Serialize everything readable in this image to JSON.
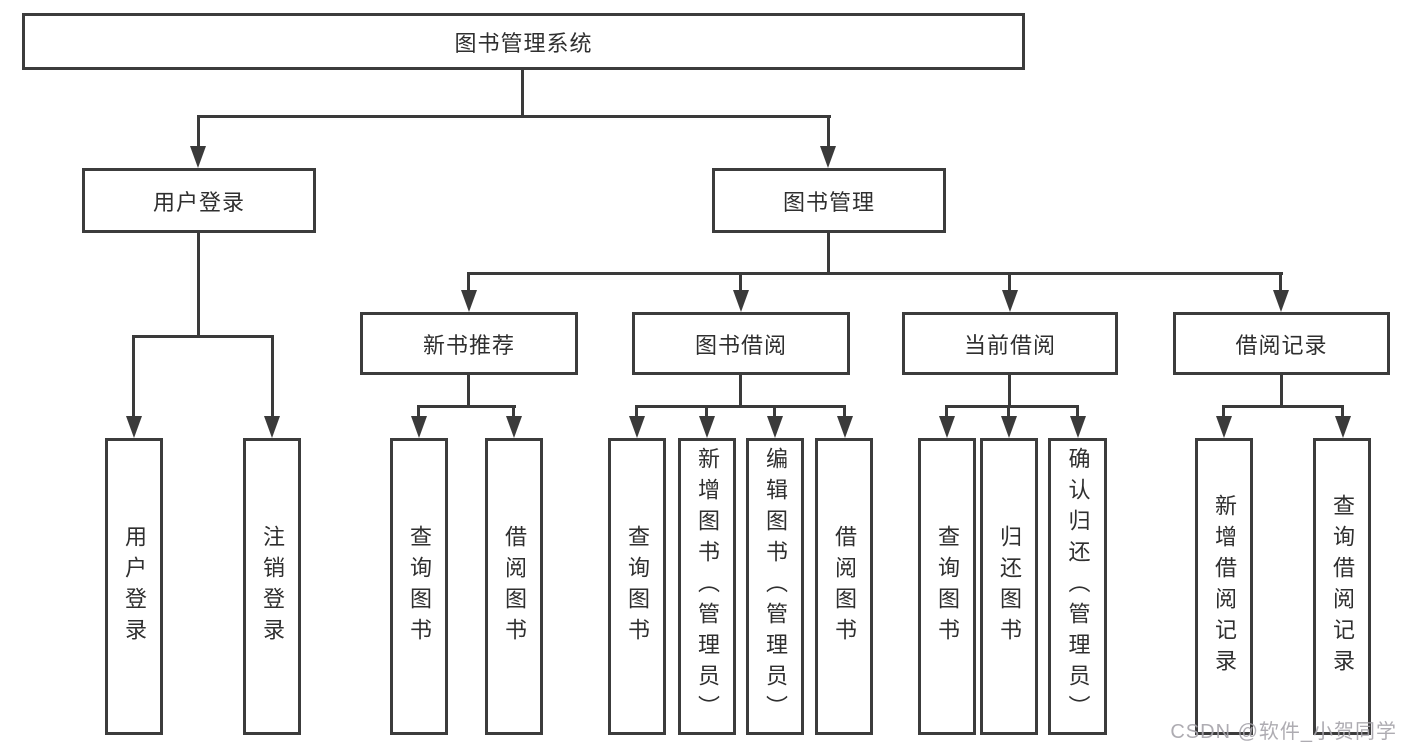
{
  "diagram": {
    "title": "图书管理系统",
    "branches": [
      {
        "label": "用户登录",
        "children": [
          {
            "label": "用户登录"
          },
          {
            "label": "注销登录"
          }
        ]
      },
      {
        "label": "图书管理",
        "sections": [
          {
            "label": "新书推荐",
            "children": [
              {
                "label": "查询图书"
              },
              {
                "label": "借阅图书"
              }
            ]
          },
          {
            "label": "图书借阅",
            "children": [
              {
                "label": "查询图书"
              },
              {
                "label": "新增图书（管理员）"
              },
              {
                "label": "编辑图书（管理员）"
              },
              {
                "label": "借阅图书"
              }
            ]
          },
          {
            "label": "当前借阅",
            "children": [
              {
                "label": "查询图书"
              },
              {
                "label": "归还图书"
              },
              {
                "label": "确认归还（管理员）"
              }
            ]
          },
          {
            "label": "借阅记录",
            "children": [
              {
                "label": "新增借阅记录"
              },
              {
                "label": "查询借阅记录"
              }
            ]
          }
        ]
      }
    ]
  },
  "watermark": {
    "text": "CSDN @软件_小贺同学"
  },
  "colors": {
    "line": "#3a3a3a",
    "box_border": "#3c3c3c",
    "text": "#2f2f2f",
    "background": "#ffffff",
    "watermark": "#a5a3aa"
  }
}
